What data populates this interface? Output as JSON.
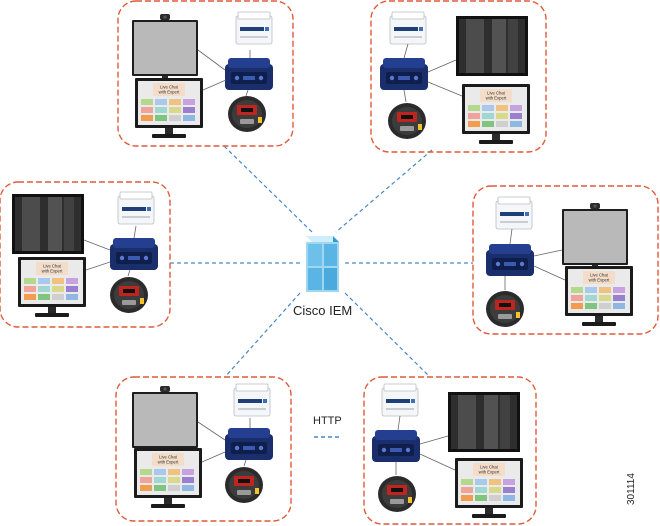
{
  "server": {
    "label": "Cisco IEM",
    "icon": "server-icon"
  },
  "legend": {
    "label": "HTTP",
    "line_color": "#4a86c8",
    "line_style": "dashed"
  },
  "figure_id": "301114",
  "colors": {
    "cluster_border": "#e05a3a",
    "connection": "#4a86c8",
    "server_light": "#9fd6f0",
    "server_dark": "#2f9bd6"
  },
  "endpoint": {
    "screen_text": "Live Chat with Expert",
    "screen_line1": "Live Chat",
    "screen_line2": "with Expert"
  },
  "clusters": [
    {
      "id": "top-left",
      "display_icon": "video-endpoint-icon",
      "screen_dark": false
    },
    {
      "id": "top-right",
      "display_icon": "monitor-icon",
      "screen_dark": true
    },
    {
      "id": "middle-left",
      "display_icon": "monitor-icon",
      "screen_dark": true
    },
    {
      "id": "middle-right",
      "display_icon": "video-endpoint-icon",
      "screen_dark": false
    },
    {
      "id": "bottom-left",
      "display_icon": "video-endpoint-icon",
      "screen_dark": false
    },
    {
      "id": "bottom-right",
      "display_icon": "monitor-icon",
      "screen_dark": true
    }
  ]
}
